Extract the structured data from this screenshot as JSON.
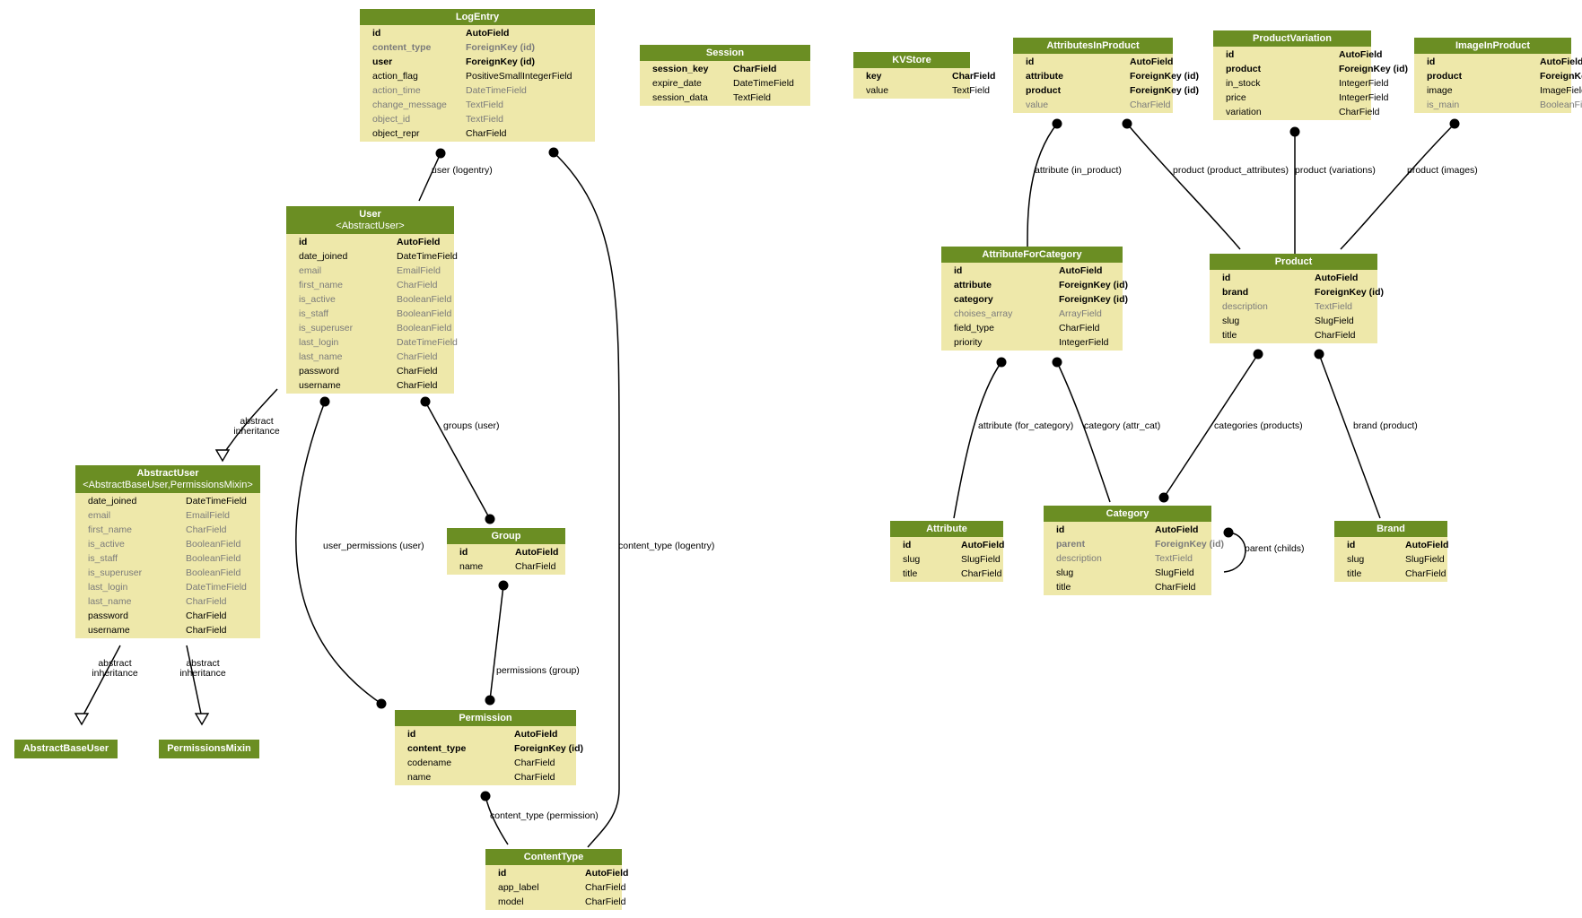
{
  "models": [
    {
      "id": "logentry",
      "name": "LogEntry",
      "fields": [
        [
          "id",
          "AutoField",
          "b"
        ],
        [
          "content_type",
          "ForeignKey (id)",
          "bg"
        ],
        [
          "user",
          "ForeignKey (id)",
          "b"
        ],
        [
          "action_flag",
          "PositiveSmallIntegerField",
          ""
        ],
        [
          "action_time",
          "DateTimeField",
          "g"
        ],
        [
          "change_message",
          "TextField",
          "g"
        ],
        [
          "object_id",
          "TextField",
          "g"
        ],
        [
          "object_repr",
          "CharField",
          ""
        ]
      ]
    },
    {
      "id": "session",
      "name": "Session",
      "fields": [
        [
          "session_key",
          "CharField",
          "b"
        ],
        [
          "expire_date",
          "DateTimeField",
          ""
        ],
        [
          "session_data",
          "TextField",
          ""
        ]
      ]
    },
    {
      "id": "kvstore",
      "name": "KVStore",
      "fields": [
        [
          "key",
          "CharField",
          "b"
        ],
        [
          "value",
          "TextField",
          ""
        ]
      ]
    },
    {
      "id": "attributesinproduct",
      "name": "AttributesInProduct",
      "fields": [
        [
          "id",
          "AutoField",
          "b"
        ],
        [
          "attribute",
          "ForeignKey (id)",
          "b"
        ],
        [
          "product",
          "ForeignKey (id)",
          "b"
        ],
        [
          "value",
          "CharField",
          "g"
        ]
      ]
    },
    {
      "id": "productvariation",
      "name": "ProductVariation",
      "fields": [
        [
          "id",
          "AutoField",
          "b"
        ],
        [
          "product",
          "ForeignKey (id)",
          "b"
        ],
        [
          "in_stock",
          "IntegerField",
          ""
        ],
        [
          "price",
          "IntegerField",
          ""
        ],
        [
          "variation",
          "CharField",
          ""
        ]
      ]
    },
    {
      "id": "imageinproduct",
      "name": "ImageInProduct",
      "fields": [
        [
          "id",
          "AutoField",
          "b"
        ],
        [
          "product",
          "ForeignKey (id)",
          "b"
        ],
        [
          "image",
          "ImageField",
          ""
        ],
        [
          "is_main",
          "BooleanField",
          "g"
        ]
      ]
    },
    {
      "id": "user",
      "name": "User",
      "subtitle": "<AbstractUser>",
      "fields": [
        [
          "id",
          "AutoField",
          "b"
        ],
        [
          "date_joined",
          "DateTimeField",
          ""
        ],
        [
          "email",
          "EmailField",
          "g"
        ],
        [
          "first_name",
          "CharField",
          "g"
        ],
        [
          "is_active",
          "BooleanField",
          "g"
        ],
        [
          "is_staff",
          "BooleanField",
          "g"
        ],
        [
          "is_superuser",
          "BooleanField",
          "g"
        ],
        [
          "last_login",
          "DateTimeField",
          "g"
        ],
        [
          "last_name",
          "CharField",
          "g"
        ],
        [
          "password",
          "CharField",
          ""
        ],
        [
          "username",
          "CharField",
          ""
        ]
      ]
    },
    {
      "id": "attributeforcategory",
      "name": "AttributeForCategory",
      "fields": [
        [
          "id",
          "AutoField",
          "b"
        ],
        [
          "attribute",
          "ForeignKey (id)",
          "b"
        ],
        [
          "category",
          "ForeignKey (id)",
          "b"
        ],
        [
          "choises_array",
          "ArrayField",
          "g"
        ],
        [
          "field_type",
          "CharField",
          ""
        ],
        [
          "priority",
          "IntegerField",
          ""
        ]
      ]
    },
    {
      "id": "product",
      "name": "Product",
      "fields": [
        [
          "id",
          "AutoField",
          "b"
        ],
        [
          "brand",
          "ForeignKey (id)",
          "b"
        ],
        [
          "description",
          "TextField",
          "g"
        ],
        [
          "slug",
          "SlugField",
          ""
        ],
        [
          "title",
          "CharField",
          ""
        ]
      ]
    },
    {
      "id": "abstractuser",
      "name": "AbstractUser",
      "subtitle": "<AbstractBaseUser,PermissionsMixin>",
      "fields": [
        [
          "date_joined",
          "DateTimeField",
          ""
        ],
        [
          "email",
          "EmailField",
          "g"
        ],
        [
          "first_name",
          "CharField",
          "g"
        ],
        [
          "is_active",
          "BooleanField",
          "g"
        ],
        [
          "is_staff",
          "BooleanField",
          "g"
        ],
        [
          "is_superuser",
          "BooleanField",
          "g"
        ],
        [
          "last_login",
          "DateTimeField",
          "g"
        ],
        [
          "last_name",
          "CharField",
          "g"
        ],
        [
          "password",
          "CharField",
          ""
        ],
        [
          "username",
          "CharField",
          ""
        ]
      ]
    },
    {
      "id": "group",
      "name": "Group",
      "fields": [
        [
          "id",
          "AutoField",
          "b"
        ],
        [
          "name",
          "CharField",
          ""
        ]
      ]
    },
    {
      "id": "attribute",
      "name": "Attribute",
      "fields": [
        [
          "id",
          "AutoField",
          "b"
        ],
        [
          "slug",
          "SlugField",
          ""
        ],
        [
          "title",
          "CharField",
          ""
        ]
      ]
    },
    {
      "id": "category",
      "name": "Category",
      "fields": [
        [
          "id",
          "AutoField",
          "b"
        ],
        [
          "parent",
          "ForeignKey (id)",
          "bg"
        ],
        [
          "description",
          "TextField",
          "g"
        ],
        [
          "slug",
          "SlugField",
          ""
        ],
        [
          "title",
          "CharField",
          ""
        ]
      ]
    },
    {
      "id": "brand",
      "name": "Brand",
      "fields": [
        [
          "id",
          "AutoField",
          "b"
        ],
        [
          "slug",
          "SlugField",
          ""
        ],
        [
          "title",
          "CharField",
          ""
        ]
      ]
    },
    {
      "id": "permission",
      "name": "Permission",
      "fields": [
        [
          "id",
          "AutoField",
          "b"
        ],
        [
          "content_type",
          "ForeignKey (id)",
          "b"
        ],
        [
          "codename",
          "CharField",
          ""
        ],
        [
          "name",
          "CharField",
          ""
        ]
      ]
    },
    {
      "id": "contenttype",
      "name": "ContentType",
      "fields": [
        [
          "id",
          "AutoField",
          "b"
        ],
        [
          "app_label",
          "CharField",
          ""
        ],
        [
          "model",
          "CharField",
          ""
        ]
      ]
    },
    {
      "id": "abstractbaseuser",
      "name": "AbstractBaseUser",
      "fields": []
    },
    {
      "id": "permissionsmixin",
      "name": "PermissionsMixin",
      "fields": []
    }
  ],
  "relations": [
    {
      "id": "user-logentry",
      "label": "user (logentry)",
      "kind": "fk"
    },
    {
      "id": "contenttype-logentry",
      "label": "content_type (logentry)",
      "kind": "fk"
    },
    {
      "id": "attribute-in-product",
      "label": "attribute (in_product)",
      "kind": "fk"
    },
    {
      "id": "product-attributes",
      "label": "product (product_attributes)",
      "kind": "fk"
    },
    {
      "id": "product-variations",
      "label": "product (variations)",
      "kind": "fk"
    },
    {
      "id": "product-images",
      "label": "product (images)",
      "kind": "fk"
    },
    {
      "id": "user-abstract",
      "label": "abstract\ninheritance",
      "kind": "inherit"
    },
    {
      "id": "user-permissions",
      "label": "user_permissions (user)",
      "kind": "m2m"
    },
    {
      "id": "groups-user",
      "label": "groups (user)",
      "kind": "m2m"
    },
    {
      "id": "attribute-for-category",
      "label": "attribute (for_category)",
      "kind": "fk"
    },
    {
      "id": "category-attr-cat",
      "label": "category (attr_cat)",
      "kind": "fk"
    },
    {
      "id": "categories-products",
      "label": "categories (products)",
      "kind": "m2m"
    },
    {
      "id": "brand-product",
      "label": "brand (product)",
      "kind": "fk"
    },
    {
      "id": "parent-childs",
      "label": "parent (childs)",
      "kind": "fk"
    },
    {
      "id": "permissions-group",
      "label": "permissions (group)",
      "kind": "m2m"
    },
    {
      "id": "abstract-base-user",
      "label": "abstract\ninheritance",
      "kind": "inherit"
    },
    {
      "id": "abstract-permissions-mixin",
      "label": "abstract\ninheritance",
      "kind": "inherit"
    },
    {
      "id": "contenttype-permission",
      "label": "content_type (permission)",
      "kind": "fk"
    }
  ],
  "colors": {
    "header": "#6b8e23",
    "body": "#eee8aa",
    "muted": "#7b7b7b",
    "text": "#000000"
  }
}
